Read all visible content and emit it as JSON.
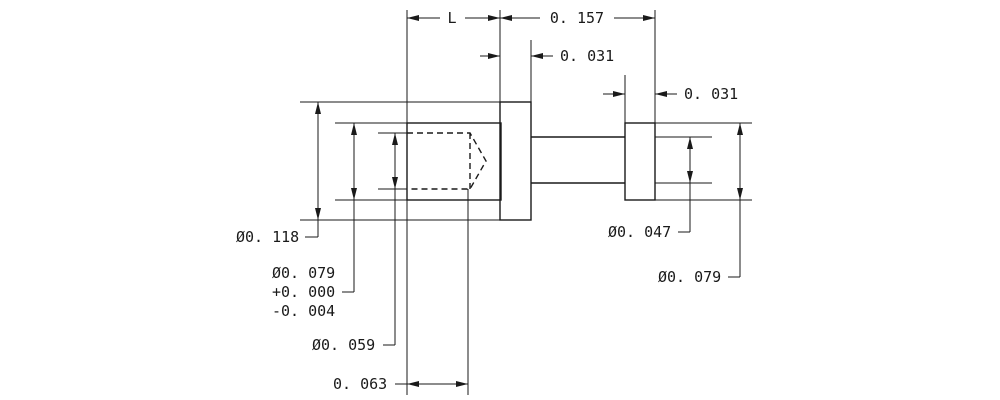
{
  "dimensions": {
    "length": "L",
    "overall_right": "0. 157",
    "collar_width": "0. 031",
    "tip_width": "0. 031",
    "dia_collar": "Ø0. 118",
    "dia_body_value": "Ø0. 079",
    "dia_body_tol_plus": "+0. 000",
    "dia_body_tol_minus": "-0. 004",
    "dia_bore": "Ø0. 059",
    "bore_depth": "0. 063",
    "dia_shaft": "Ø0. 047",
    "dia_tip": "Ø0. 079"
  }
}
